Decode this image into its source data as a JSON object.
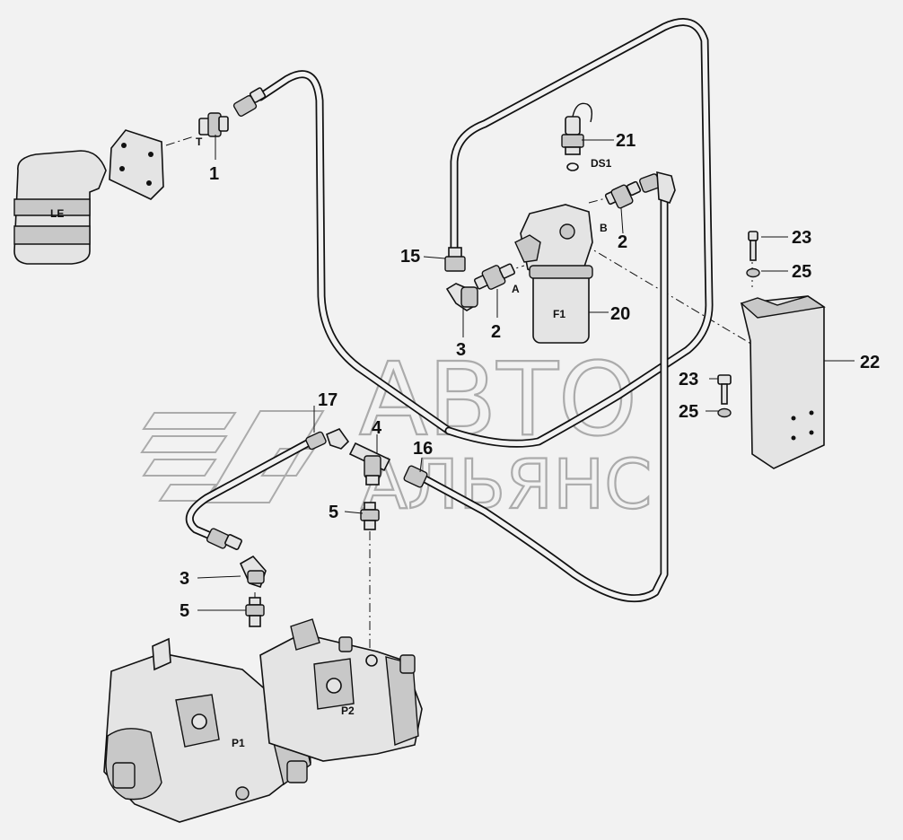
{
  "watermark": {
    "line1": "АВТО",
    "line2": "АЛЬЯНС"
  },
  "callouts": {
    "c1": "1",
    "c2a": "2",
    "c2b": "2",
    "c3a": "3",
    "c3b": "3",
    "c4": "4",
    "c5a": "5",
    "c5b": "5",
    "c15": "15",
    "c16": "16",
    "c17": "17",
    "c20": "20",
    "c21": "21",
    "c22": "22",
    "c23a": "23",
    "c23b": "23",
    "c25a": "25",
    "c25b": "25"
  },
  "tags": {
    "le": "LE",
    "t": "T",
    "a": "A",
    "b": "B",
    "f1": "F1",
    "ds1": "DS1",
    "p1": "P1",
    "p2": "P2"
  }
}
